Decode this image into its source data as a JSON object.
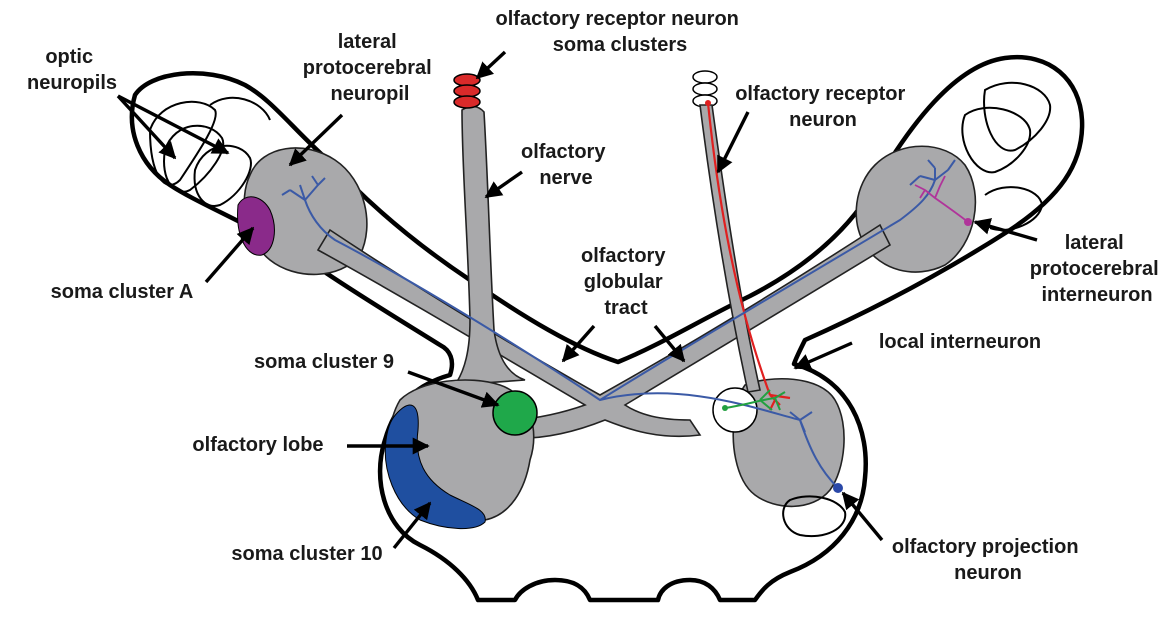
{
  "labels": {
    "optic_neuropils": [
      "optic",
      "neuropils"
    ],
    "lateral_protocerebral_neuropil": [
      "lateral",
      "protocerebral",
      "neuropil"
    ],
    "orn_soma_clusters": [
      "olfactory receptor neuron",
      "soma clusters"
    ],
    "olfactory_receptor_neuron": [
      "olfactory receptor",
      "neuron"
    ],
    "olfactory_nerve": [
      "olfactory",
      "nerve"
    ],
    "soma_cluster_a": "soma cluster A",
    "olfactory_globular_tract": [
      "olfactory",
      "globular",
      "tract"
    ],
    "lateral_protocerebral_interneuron": [
      "lateral",
      "protocerebral",
      "interneuron"
    ],
    "local_interneuron": "local interneuron",
    "soma_cluster_9": "soma cluster 9",
    "olfactory_lobe": "olfactory lobe",
    "soma_cluster_10": "soma cluster 10",
    "olfactory_projection_neuron": [
      "olfactory projection",
      "neuron"
    ]
  },
  "colors": {
    "neuropil_gray": "#a9a9ab",
    "soma_cluster_a": "#8a2a8a",
    "soma_cluster_9": "#1fa84a",
    "soma_cluster_10": "#1f4fa0",
    "receptor_neuron": "#e02020",
    "projection_neuron": "#3b5aa6",
    "local_interneuron": "#22a040",
    "lateral_protocerebral_interneuron": "#b0349a"
  }
}
